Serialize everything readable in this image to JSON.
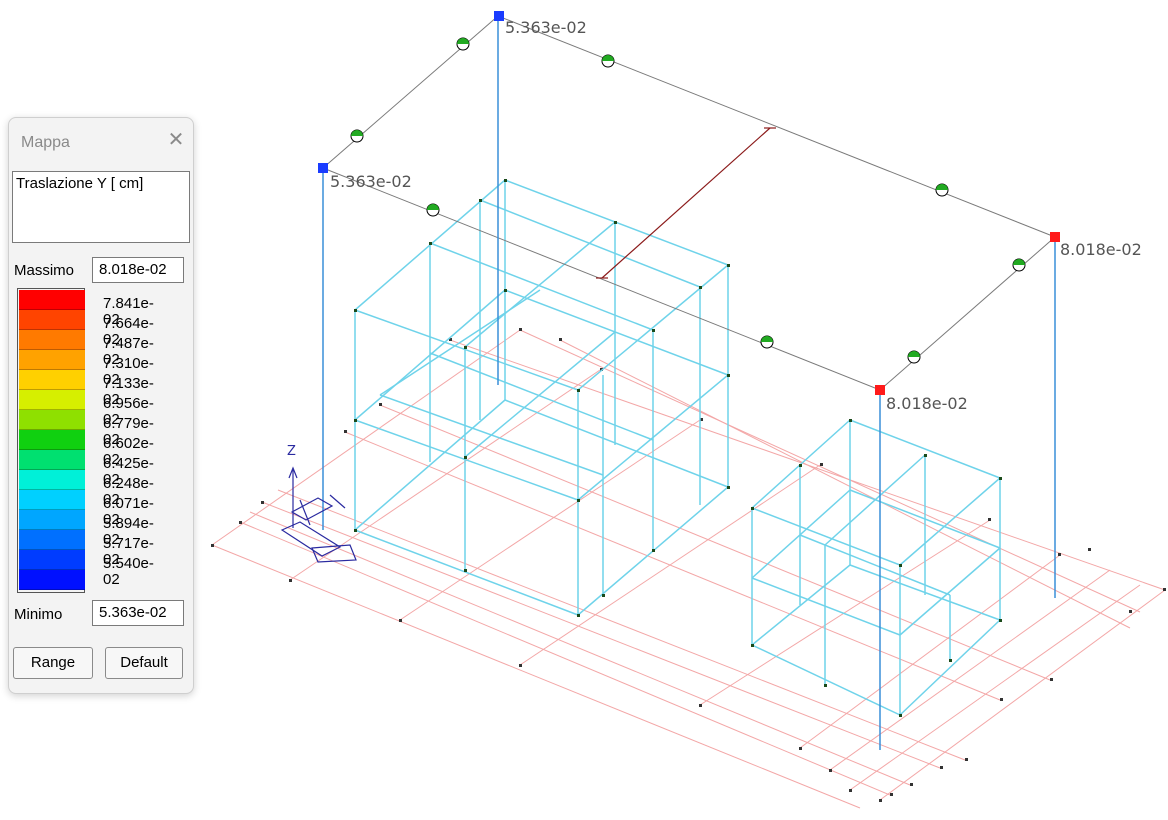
{
  "panel": {
    "title": "Mappa",
    "variable": "Traslazione Y [ cm]",
    "max_label": "Massimo",
    "max_value": "8.018e-02",
    "min_label": "Minimo",
    "min_value": "5.363e-02",
    "range_button": "Range",
    "default_button": "Default",
    "legend": [
      {
        "value": "7.841e-02",
        "color": "#ff0000"
      },
      {
        "value": "7.664e-02",
        "color": "#ff4400"
      },
      {
        "value": "7.487e-02",
        "color": "#ff7a00"
      },
      {
        "value": "7.310e-02",
        "color": "#ffa200"
      },
      {
        "value": "7.133e-02",
        "color": "#ffd000"
      },
      {
        "value": "6.956e-02",
        "color": "#d6ef00"
      },
      {
        "value": "6.779e-02",
        "color": "#8fe000"
      },
      {
        "value": "6.602e-02",
        "color": "#10d010"
      },
      {
        "value": "6.425e-02",
        "color": "#00e070"
      },
      {
        "value": "6.248e-02",
        "color": "#00f0d8"
      },
      {
        "value": "6.071e-02",
        "color": "#00d0ff"
      },
      {
        "value": "5.894e-02",
        "color": "#00a6ff"
      },
      {
        "value": "5.717e-02",
        "color": "#0070ff"
      },
      {
        "value": "5.540e-02",
        "color": "#003cff"
      },
      {
        "value": "",
        "color": "#0010ff"
      }
    ]
  },
  "model": {
    "node_labels": [
      "5.363e-02",
      "5.363e-02",
      "8.018e-02",
      "8.018e-02"
    ],
    "axis_letter": "Z",
    "colors": {
      "slab": "#7a7a7a",
      "column": "#3a8fd8",
      "frame": "#6fd3ea",
      "grid": "#f3a7a7",
      "beam": "#8b1a1a",
      "min_node": "#1a3cff",
      "max_node": "#ff1a1a",
      "hinge": "#22aa22",
      "triad": "#2a2aa0"
    }
  }
}
